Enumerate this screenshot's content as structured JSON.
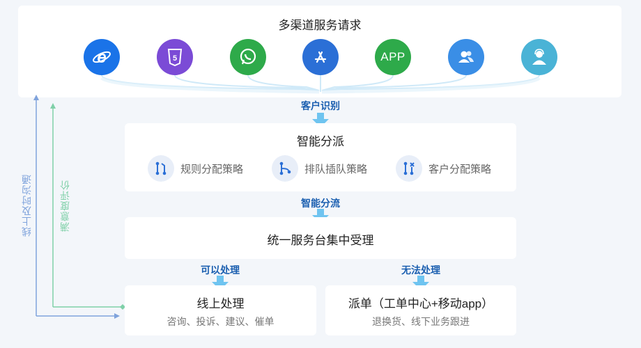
{
  "top": {
    "title": "多渠道服务请求",
    "channels": [
      {
        "icon": "ie-browser-icon",
        "color": "#1a73e8"
      },
      {
        "icon": "html5-icon",
        "color": "#7b4bd6"
      },
      {
        "icon": "whatsapp-icon",
        "color": "#2eaa4a"
      },
      {
        "icon": "app-store-icon",
        "color": "#2b6fd6"
      },
      {
        "icon": "app-badge-icon",
        "label": "APP",
        "color": "#2eaa4a"
      },
      {
        "icon": "users-icon",
        "color": "#3a8ee6"
      },
      {
        "icon": "agent-icon",
        "color": "#4ab3d6"
      }
    ]
  },
  "steps": {
    "identify": "客户识别",
    "dispatch_flow": "智能分流",
    "can_handle": "可以处理",
    "cannot_handle": "无法处理"
  },
  "dispatch": {
    "title": "智能分派",
    "strategies": [
      {
        "label": "规则分配策略",
        "icon": "rule-branch-icon"
      },
      {
        "label": "排队插队策略",
        "icon": "queue-branch-icon"
      },
      {
        "label": "客户分配策略",
        "icon": "customer-assign-icon"
      }
    ]
  },
  "desk": {
    "title": "统一服务台集中受理"
  },
  "online": {
    "title": "线上处理",
    "subtitle": "咨询、投诉、建议、催单"
  },
  "ticket": {
    "title": "派单（工单中心+移动app）",
    "subtitle": "退换货、线下业务跟进"
  },
  "side": {
    "online_comm": "线上及时沟通",
    "satisfaction": "满意度评价",
    "colors": {
      "online_comm": "#7fa3dc",
      "satisfaction": "#7fd0a8",
      "accent": "#1b5fb0",
      "arrow": "#6fc4f0"
    }
  }
}
